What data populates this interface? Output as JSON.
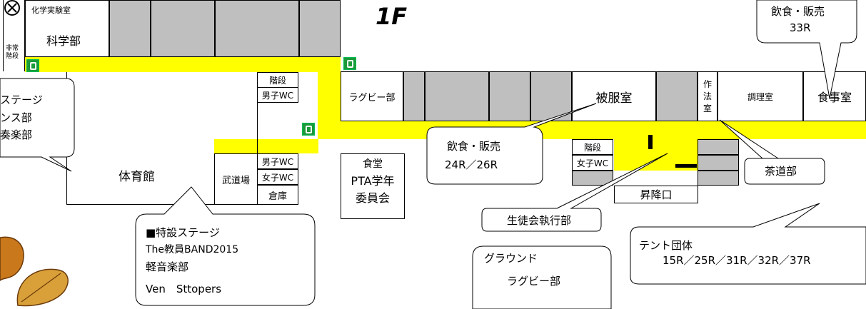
{
  "floor_label": "1F",
  "rooms": {
    "chem_lab": "化学実験室",
    "science_club": "科学部",
    "emergency_stairs": "非常\n階段",
    "stairs_a": "階段",
    "boys_wc_a": "男子WC",
    "rugby_club": "ラグビー部",
    "hifuku": "被服室",
    "sahou": "作\n法\n室",
    "chouri": "調理室",
    "shokuji": "食事室",
    "stairs_b": "階段",
    "girls_wc_b": "女子WC",
    "shokoguchi": "昇降口",
    "gym": "体育館",
    "budojo": "武道場",
    "boys_wc_c": "男子WC",
    "girls_wc_c": "女子WC",
    "souko": "倉庫",
    "cafeteria_1": "食堂",
    "cafeteria_2": "PTA学年",
    "cafeteria_3": "委員会"
  },
  "callouts": {
    "food_33r": {
      "line1": "飲食・販売",
      "line2": "33R"
    },
    "stage_left": {
      "line1": "ステージ",
      "line2": "ンス部",
      "line3": "奏楽部"
    },
    "food_24r": {
      "line1": "飲食・販売",
      "line2": "24R／26R"
    },
    "sado": "茶道部",
    "seitokai": "生徒会執行部",
    "tent": {
      "line1": "テント団体",
      "line2": "15R／25R／31R／32R／37R"
    },
    "special_stage": {
      "line1": "■特設ステージ",
      "line2": "The教員BAND2015",
      "line3": "軽音楽部",
      "line4": "Ven　Sttopers"
    },
    "ground": {
      "line1": "グラウンド",
      "line2": "ラグビー部"
    }
  },
  "colors": {
    "corridor": "#ffff00",
    "gray_room": "#bfbfbf",
    "exit_sign": "#1a9a3a",
    "leaf": "#d4902a"
  }
}
